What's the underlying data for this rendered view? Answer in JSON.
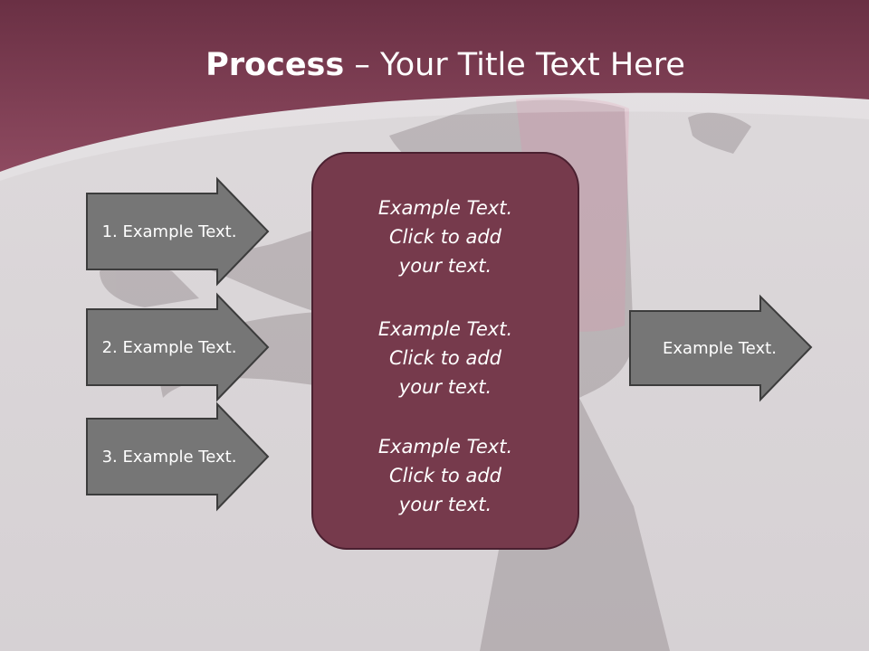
{
  "slide": {
    "title_bold": "Process",
    "title_rest": " – Your Title Text Here",
    "left_arrows": [
      {
        "label": "1. Example Text."
      },
      {
        "label": "2. Example Text."
      },
      {
        "label": "3. Example Text."
      }
    ],
    "center_box": {
      "paragraphs": [
        "Example Text.\nClick  to add\nyour text.",
        "Example Text.\nClick  to add\nyour text.",
        "Example Text.\nClick  to add\nyour text."
      ]
    },
    "right_arrow": {
      "label": "Example Text."
    }
  },
  "colors": {
    "header": "#7a3a50",
    "arrow_fill": "#767676",
    "box_fill": "#763a4c",
    "background": "#dcd8da"
  }
}
